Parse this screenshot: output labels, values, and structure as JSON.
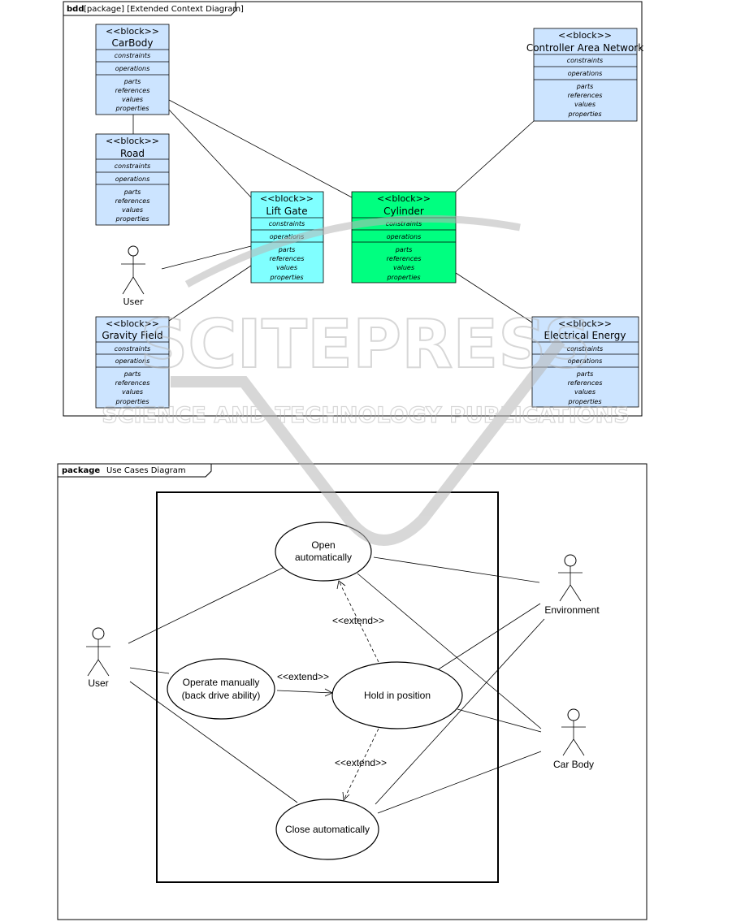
{
  "bdd": {
    "tab_keyword": "bdd",
    "tab_rest": "[package]  [Extended Context Diagram]",
    "blocks": [
      {
        "id": "carbody",
        "stereotype": "<<block>>",
        "name": "CarBody",
        "fill": "#cce4ff"
      },
      {
        "id": "road",
        "stereotype": "<<block>>",
        "name": "Road",
        "fill": "#cce4ff"
      },
      {
        "id": "gravity",
        "stereotype": "<<block>>",
        "name": "Gravity Field",
        "fill": "#cce4ff"
      },
      {
        "id": "liftgate",
        "stereotype": "<<block>>",
        "name": "Lift Gate",
        "fill": "#80ffff"
      },
      {
        "id": "cylinder",
        "stereotype": "<<block>>",
        "name": "Cylinder",
        "fill": "#00ff80"
      },
      {
        "id": "can",
        "stereotype": "<<block>>",
        "name": "Controller Area Network",
        "fill": "#cce4ff"
      },
      {
        "id": "energy",
        "stereotype": "<<block>>",
        "name": "Electrical Energy",
        "fill": "#cce4ff"
      }
    ],
    "compartments": {
      "constraints": "constraints",
      "operations": "operations",
      "parts": "parts",
      "references": "references",
      "values": "values",
      "properties": "properties"
    },
    "actor": {
      "name": "User",
      "icon": "stick-figure-icon"
    }
  },
  "usecase": {
    "tab_keyword": "package",
    "tab_rest": "Use Cases Diagram",
    "cases": {
      "open_1": "Open",
      "open_2": "automatically",
      "operate_1": "Operate manually",
      "operate_2": "(back drive ability)",
      "hold": "Hold in position",
      "close": "Close automatically"
    },
    "extend_label": "<<extend>>",
    "actors": {
      "user": "User",
      "environment": "Environment",
      "carbody": "Car Body"
    },
    "actor_icon": "stick-figure-icon"
  },
  "watermark": {
    "main": "SCITEPRESS",
    "sub": "SCIENCE AND TECHNOLOGY PUBLICATIONS",
    "color": "#b8b8b8"
  }
}
